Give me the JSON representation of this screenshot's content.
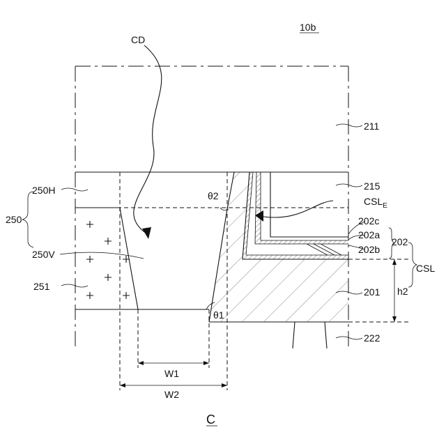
{
  "figure": {
    "id": "10b",
    "view": "C",
    "labels": {
      "cd": "CD",
      "ref_211": "211",
      "ref_215": "215",
      "ref_250h": "250H",
      "ref_250": "250",
      "ref_250v": "250V",
      "ref_251": "251",
      "ref_201": "201",
      "ref_222": "222",
      "ref_202": "202",
      "ref_202a": "202a",
      "ref_202b": "202b",
      "ref_202c": "202c",
      "csl": "CSL",
      "csl_e_main": "CSL",
      "csl_e_sub": "E",
      "h2": "h2",
      "w1": "W1",
      "w2": "W2",
      "theta1": "θ1",
      "theta2": "θ2"
    }
  }
}
